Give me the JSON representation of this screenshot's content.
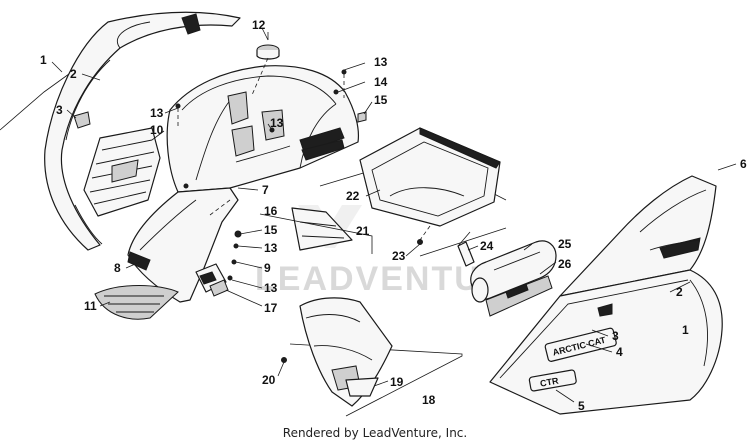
{
  "watermark": "LEADVENTURE",
  "footer": "Rendered by LeadVenture, Inc.",
  "decal": {
    "brand": "ARCTIC CAT",
    "model": "CTR"
  },
  "callouts": {
    "c1_left": "1",
    "c2_left": "2",
    "c3_left": "3",
    "c10": "10",
    "c12": "12",
    "c13_a": "13",
    "c13_b": "13",
    "c13_c": "13",
    "c13_d": "13",
    "c13_e": "13",
    "c14": "14",
    "c15_a": "15",
    "c15_b": "15",
    "c7": "7",
    "c16": "16",
    "c22": "22",
    "c21": "21",
    "c9": "9",
    "c8": "8",
    "c11": "11",
    "c17": "17",
    "c23": "23",
    "c24": "24",
    "c25": "25",
    "c26": "26",
    "c6": "6",
    "c2_right": "2",
    "c1_right": "1",
    "c3_right": "3",
    "c4": "4",
    "c5": "5",
    "c20": "20",
    "c19": "19",
    "c18": "18"
  }
}
